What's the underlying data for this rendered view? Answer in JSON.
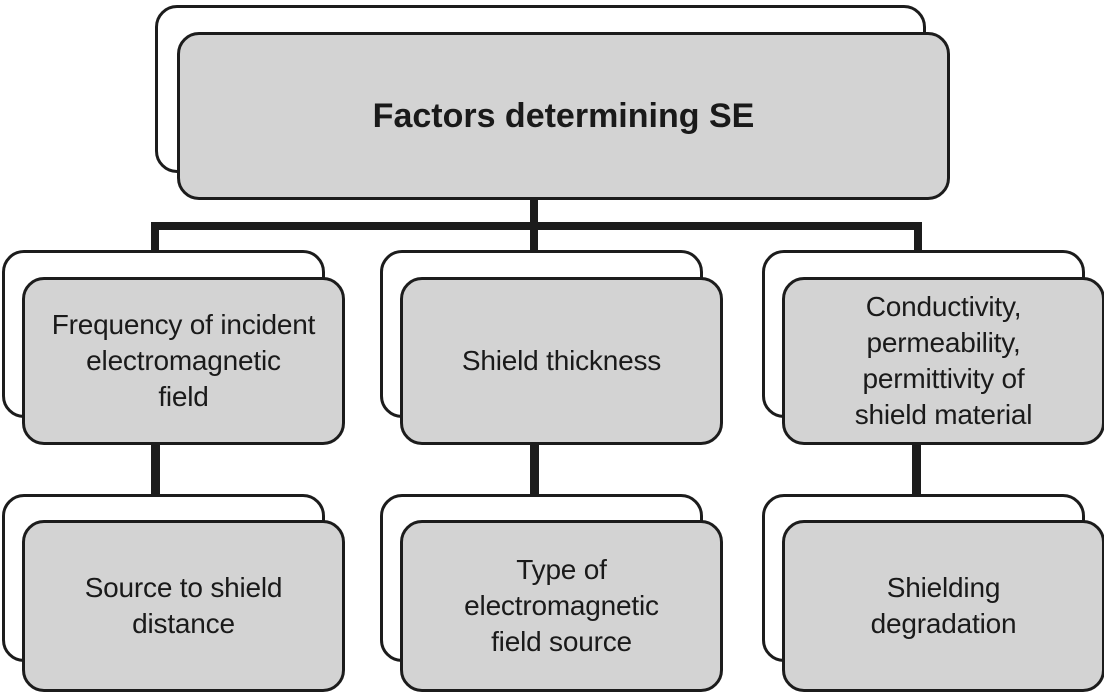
{
  "diagram": {
    "title": "Factors determining SE",
    "type": "hierarchy-flowchart",
    "colors": {
      "node_fill": "#d3d3d3",
      "node_stroke": "#1c1c1c",
      "back_card_fill": "#ffffff",
      "connector": "#1c1c1c",
      "text": "#1a1a1a",
      "background": "#ffffff"
    },
    "root": {
      "label": "Factors determining SE"
    },
    "nodes": [
      {
        "id": "frequency",
        "label": "Frequency of incident\nelectromagnetic\nfield"
      },
      {
        "id": "shield-thickness",
        "label": "Shield thickness"
      },
      {
        "id": "material-props",
        "label": "Conductivity,\npermeability,\npermittivity of\nshield material"
      },
      {
        "id": "source-distance",
        "label": "Source to shield\ndistance"
      },
      {
        "id": "source-type",
        "label": "Type of\nelectromagnetic\nfield source"
      },
      {
        "id": "degradation",
        "label": "Shielding\ndegradation"
      }
    ]
  }
}
